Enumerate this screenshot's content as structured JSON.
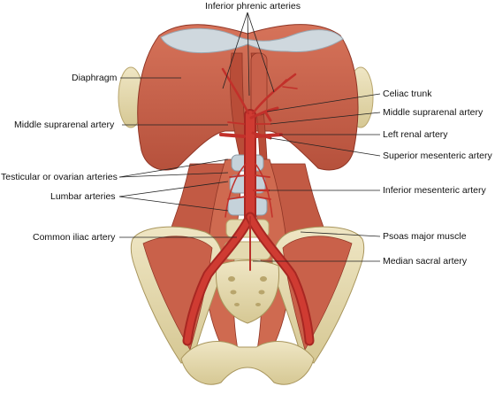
{
  "labels": {
    "inferior_phrenic": "Inferior phrenic arteries",
    "diaphragm": "Diaphragm",
    "celiac_trunk": "Celiac trunk",
    "middle_suprarenal_right": "Middle suprarenal artery",
    "middle_suprarenal_left": "Middle suprarenal artery",
    "left_renal": "Left renal artery",
    "superior_mesenteric": "Superior mesenteric artery",
    "testicular_ovarian": "Testicular or ovarian arteries",
    "lumbar": "Lumbar arteries",
    "inferior_mesenteric": "Inferior mesenteric artery",
    "common_iliac": "Common iliac artery",
    "psoas_major": "Psoas major muscle",
    "median_sacral": "Median sacral artery"
  },
  "colors": {
    "muscle": "#c9614a",
    "muscle_dark": "#9e3e2c",
    "tendon": "#c8d0d8",
    "artery": "#c2302a",
    "bone": "#e6dcb4",
    "bone_shadow": "#c9bb88",
    "vertebra": "#b9c7d1",
    "leader": "#222222"
  }
}
